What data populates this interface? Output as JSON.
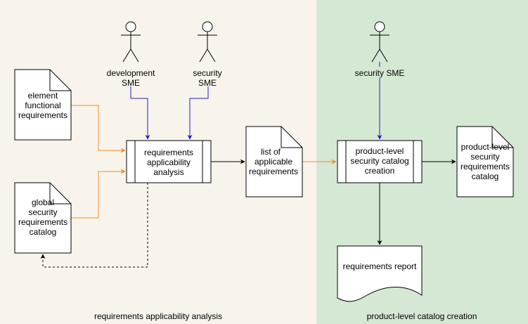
{
  "colors": {
    "left_region_bg": "#f8f4eb",
    "right_region_bg": "#d5e8d4",
    "shape_fill": "#ffffff",
    "shape_stroke": "#000000",
    "orange_arrow": "#f08c28",
    "blue_arrow": "#2a17c8",
    "black_arrow": "#000000"
  },
  "regions": {
    "left_label": "requirements applicability analysis",
    "right_label": "product-level catalog creation"
  },
  "actors": {
    "development_sme": [
      "development",
      "SME"
    ],
    "security_sme_left": [
      "security",
      "SME"
    ],
    "security_sme_right": [
      "security SME"
    ]
  },
  "documents": {
    "element_functional_requirements": [
      "element",
      "functional",
      "requirements"
    ],
    "global_security_catalog": [
      "global",
      "security",
      "requirements",
      "catalog"
    ],
    "list_applicable_requirements": [
      "list of",
      "applicable",
      "requirements"
    ],
    "product_level_catalog": [
      "product-level",
      "security",
      "requirements",
      "catalog"
    ],
    "requirements_report": [
      "requirements report"
    ]
  },
  "processes": {
    "requirements_applicability_analysis": [
      "requirements",
      "applicability",
      "analysis"
    ],
    "product_level_catalog_creation": [
      "product-level",
      "security catalog",
      "creation"
    ]
  }
}
